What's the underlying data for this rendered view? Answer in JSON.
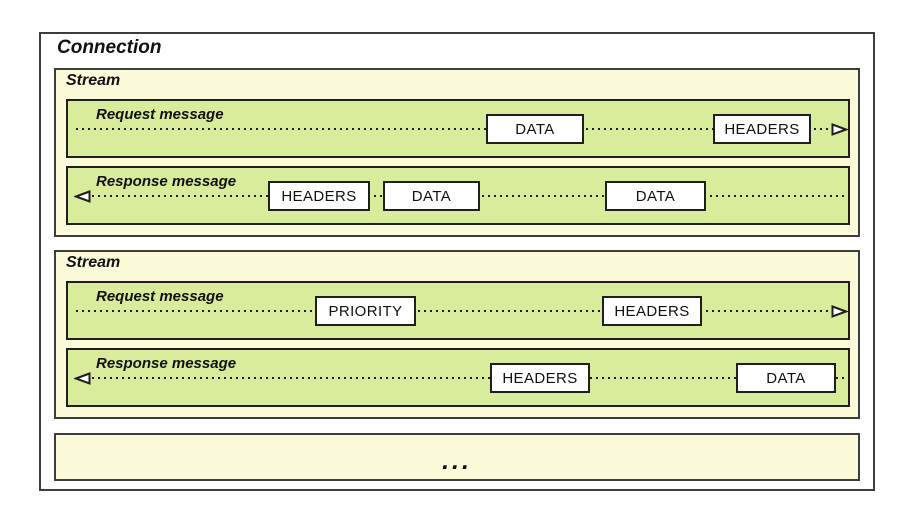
{
  "connection": {
    "label": "Connection"
  },
  "streams": [
    {
      "label": "Stream",
      "rows": [
        {
          "label": "Request message",
          "direction": "right",
          "frames": [
            "DATA",
            "HEADERS"
          ]
        },
        {
          "label": "Response message",
          "direction": "left",
          "frames": [
            "HEADERS",
            "DATA",
            "DATA"
          ]
        }
      ]
    },
    {
      "label": "Stream",
      "rows": [
        {
          "label": "Request message",
          "direction": "right",
          "frames": [
            "PRIORITY",
            "HEADERS"
          ]
        },
        {
          "label": "Response message",
          "direction": "left",
          "frames": [
            "HEADERS",
            "DATA"
          ]
        }
      ]
    }
  ],
  "ellipsis": "...",
  "colors": {
    "stream_background": "#FBFBD9",
    "message_background": "#D9EC9B",
    "frame_background": "#FFFFFF",
    "outer_border": "#3D3D3D",
    "inner_border": "#1F1F1F"
  }
}
